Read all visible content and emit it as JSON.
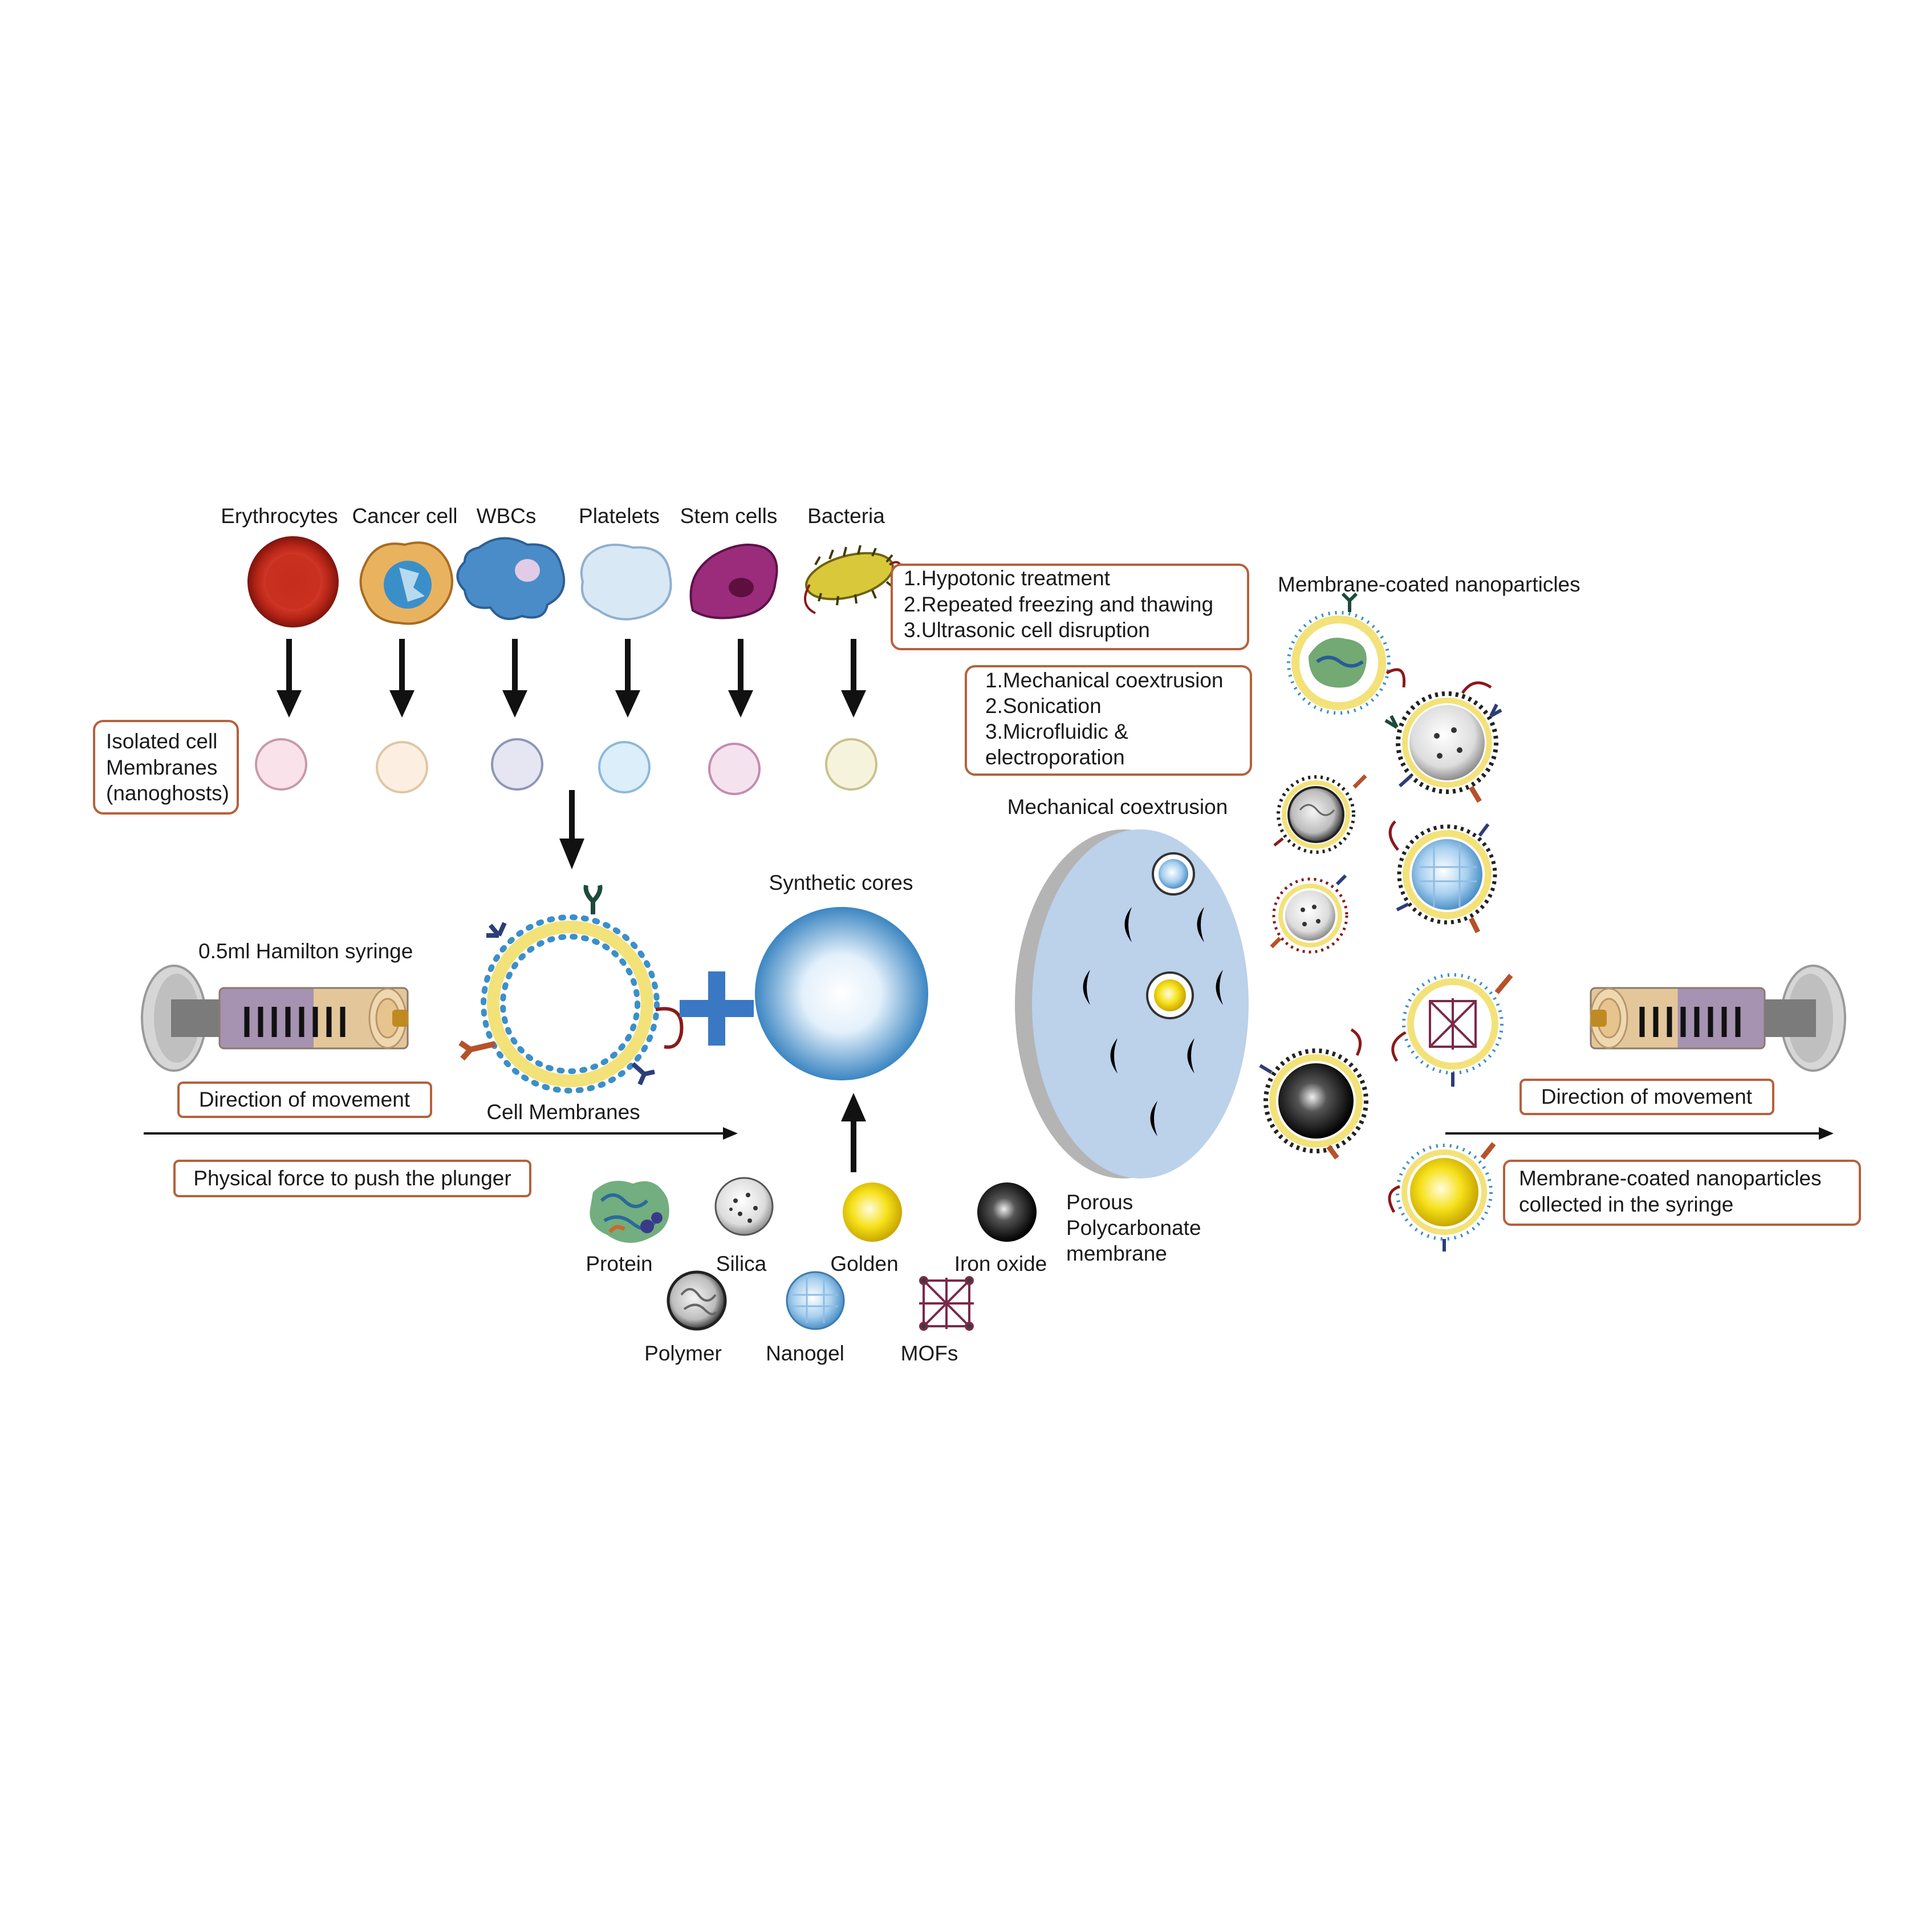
{
  "cell_sources": {
    "erythrocytes": "Erythrocytes",
    "cancer_cell": "Cancer cell",
    "wbcs": "WBCs",
    "platelets": "Platelets",
    "stem_cells": "Stem cells",
    "bacteria": "Bacteria"
  },
  "isolation_methods": {
    "line1": "1.Hypotonic treatment",
    "line2": "2.Repeated freezing and thawing",
    "line3": "3.Ultrasonic cell disruption"
  },
  "isolated_membranes_label": {
    "line1": "Isolated cell",
    "line2": "Membranes",
    "line3": "(nanoghosts)"
  },
  "coating_methods": {
    "line1": "1.Mechanical coextrusion",
    "line2": "2.Sonication",
    "line3": "3.Microfluidic &",
    "line4": "electroporation"
  },
  "membrane_coated_title": "Membrane-coated nanoparticles",
  "mechanical_coextrusion_title": "Mechanical coextrusion",
  "synthetic_cores_title": "Synthetic cores",
  "cell_membranes_label": "Cell Membranes",
  "syringe_label": "0.5ml Hamilton syringe",
  "direction_left": "Direction of movement",
  "direction_right": "Direction of movement",
  "physical_force": "Physical force to push the plunger",
  "collected": {
    "line1": "Membrane-coated nanoparticles",
    "line2": "collected in the syringe"
  },
  "core_types": {
    "protein": "Protein",
    "silica": "Silica",
    "golden": "Golden",
    "iron_oxide": "Iron  oxide",
    "polymer": "Polymer",
    "nanogel": "Nanogel",
    "mofs": "MOFs"
  },
  "porous_membrane": {
    "line1": "Porous",
    "line2": "Polycarbonate",
    "line3": "membrane"
  },
  "colors": {
    "box_border": "#b5613d",
    "arrow": "#111111",
    "plus": "#3a78c4",
    "filter_disc": "#bcd1ea"
  }
}
